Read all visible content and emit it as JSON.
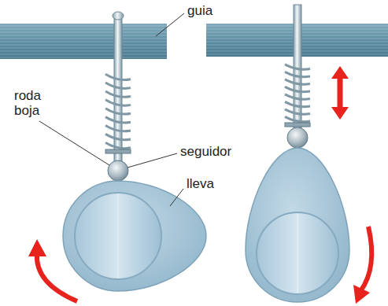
{
  "diagram": {
    "labels": [
      "guia",
      "roda boja",
      "seguidor",
      "lleva"
    ]
  }
}
